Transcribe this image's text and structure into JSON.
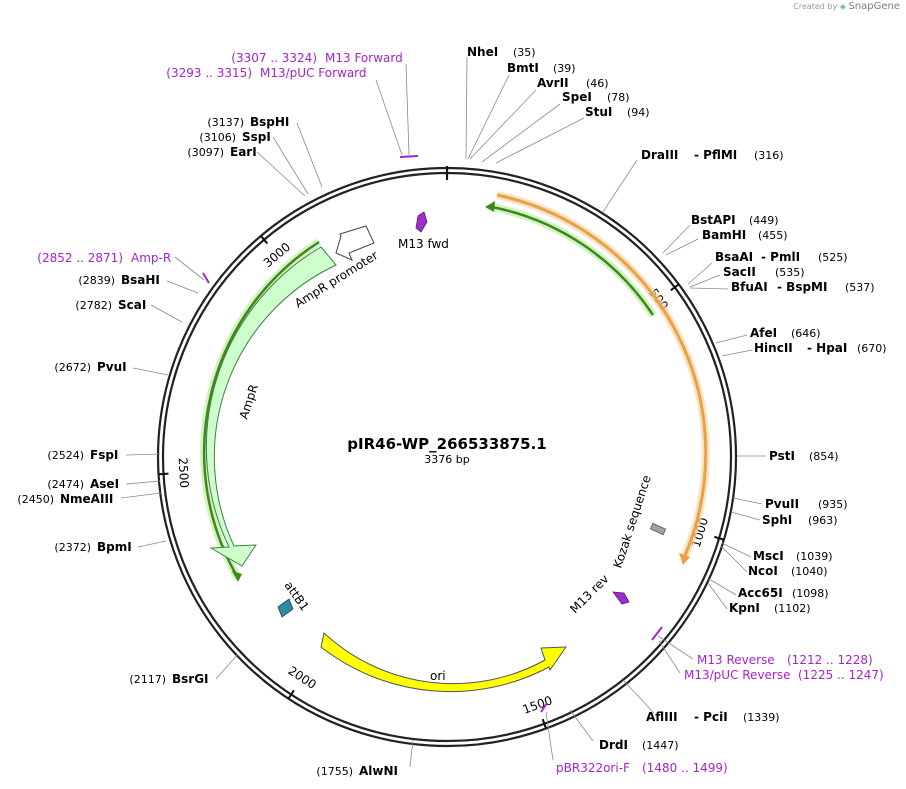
{
  "watermark": {
    "prefix": "Created by",
    "brand": "SnapGene"
  },
  "plasmid": {
    "name": "pIR46-WP_266533875.1",
    "length_label": "3376 bp",
    "length": 3376
  },
  "ticks": [
    {
      "bp": 500,
      "label": "500"
    },
    {
      "bp": 1000,
      "label": "1000"
    },
    {
      "bp": 1500,
      "label": "1500"
    },
    {
      "bp": 2000,
      "label": "2000"
    },
    {
      "bp": 2500,
      "label": "2500"
    },
    {
      "bp": 3000,
      "label": "3000"
    }
  ],
  "sites": [
    {
      "name": "NheI",
      "pos": "(35)",
      "bp": 35
    },
    {
      "name": "BmtI",
      "pos": "(39)",
      "bp": 39
    },
    {
      "name": "AvrII",
      "pos": "(46)",
      "bp": 46
    },
    {
      "name": "SpeI",
      "pos": "(78)",
      "bp": 78
    },
    {
      "name": "StuI",
      "pos": "(94)",
      "bp": 94
    },
    {
      "name": "DraIII",
      "name2": "PflMI",
      "pos": "(316)",
      "bp": 316
    },
    {
      "name": "BstAPI",
      "pos": "(449)",
      "bp": 449
    },
    {
      "name": "BamHI",
      "pos": "(455)",
      "bp": 455
    },
    {
      "name": "BsaAI",
      "name2": "PmlI",
      "pos": "(525)",
      "bp": 525
    },
    {
      "name": "SacII",
      "pos": "(535)",
      "bp": 535
    },
    {
      "name": "BfuAI",
      "name2": "BspMI",
      "pos": "(537)",
      "bp": 537
    },
    {
      "name": "AfeI",
      "pos": "(646)",
      "bp": 646
    },
    {
      "name": "HincII",
      "name2": "HpaI",
      "pos": "(670)",
      "bp": 670
    },
    {
      "name": "PstI",
      "pos": "(854)",
      "bp": 854
    },
    {
      "name": "PvuII",
      "pos": "(935)",
      "bp": 935
    },
    {
      "name": "SphI",
      "pos": "(963)",
      "bp": 963
    },
    {
      "name": "MscI",
      "pos": "(1039)",
      "bp": 1039
    },
    {
      "name": "NcoI",
      "pos": "(1040)",
      "bp": 1040
    },
    {
      "name": "Acc65I",
      "pos": "(1098)",
      "bp": 1098
    },
    {
      "name": "KpnI",
      "pos": "(1102)",
      "bp": 1102
    },
    {
      "name": "AflIII",
      "name2": "PciI",
      "pos": "(1339)",
      "bp": 1339
    },
    {
      "name": "DrdI",
      "pos": "(1447)",
      "bp": 1447
    },
    {
      "name": "AlwNI",
      "pos": "(1755)",
      "bp": 1755
    },
    {
      "name": "BsrGI",
      "pos": "(2117)",
      "bp": 2117
    },
    {
      "name": "BpmI",
      "pos": "(2372)",
      "bp": 2372
    },
    {
      "name": "NmeAIII",
      "pos": "(2450)",
      "bp": 2450
    },
    {
      "name": "AseI",
      "pos": "(2474)",
      "bp": 2474
    },
    {
      "name": "FspI",
      "pos": "(2524)",
      "bp": 2524
    },
    {
      "name": "PvuI",
      "pos": "(2672)",
      "bp": 2672
    },
    {
      "name": "ScaI",
      "pos": "(2782)",
      "bp": 2782
    },
    {
      "name": "BsaHI",
      "pos": "(2839)",
      "bp": 2839
    },
    {
      "name": "EarI",
      "pos": "(3097)",
      "bp": 3097
    },
    {
      "name": "SspI",
      "pos": "(3106)",
      "bp": 3106
    },
    {
      "name": "BspHI",
      "pos": "(3137)",
      "bp": 3137
    }
  ],
  "primers": [
    {
      "name": "M13 Forward",
      "range": "(3307 .. 3324)"
    },
    {
      "name": "M13/pUC Forward",
      "range": "(3293 .. 3315)"
    },
    {
      "name": "Amp-R",
      "range": "(2852 .. 2871)"
    },
    {
      "name": "M13 Reverse",
      "range": "(1212 .. 1228)"
    },
    {
      "name": "M13/pUC Reverse",
      "range": "(1225 .. 1247)"
    },
    {
      "name": "pBR322ori-F",
      "range": "(1480 .. 1499)"
    }
  ],
  "features": [
    {
      "name": "M13 fwd",
      "color": "#9b2fc9"
    },
    {
      "name": "AmpR promoter",
      "color": "#ffffff"
    },
    {
      "name": "AmpR",
      "color": "#ccffcc"
    },
    {
      "name": "attB1",
      "color": "#2e8aa0"
    },
    {
      "name": "ori",
      "color": "#ffff00"
    },
    {
      "name": "M13 rev",
      "color": "#9b2fc9"
    },
    {
      "name": "Kozak sequence",
      "color": "#a0a0a0"
    }
  ],
  "colors": {
    "backbone": "#222222",
    "primer": "#a324c7",
    "orf_outer": "#f0a030",
    "orf_inner": "#3b8a1c"
  }
}
